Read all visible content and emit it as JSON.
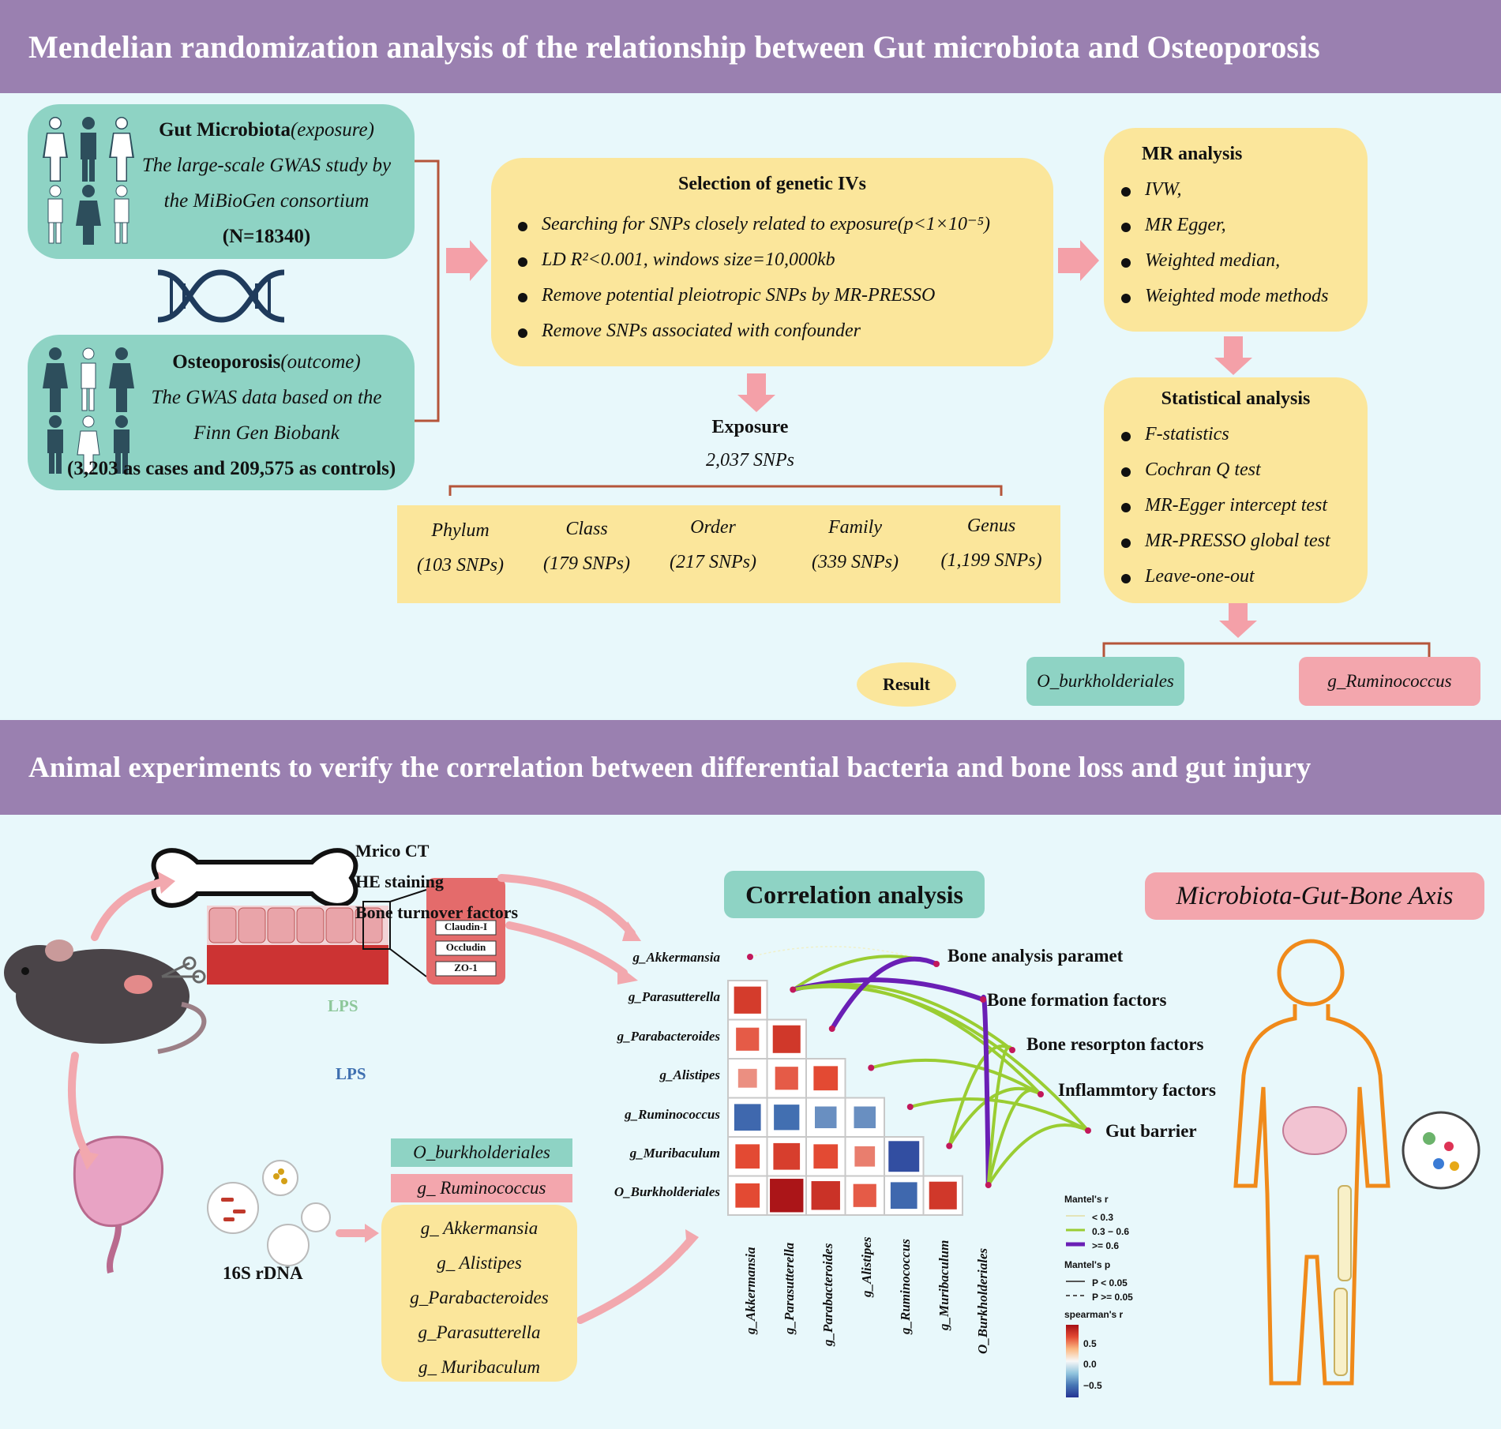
{
  "top": {
    "title": "Mendelian randomization analysis of the  relationship between Gut microbiota and Osteoporosis",
    "exposure_box": {
      "heading": "Gut Microbiota",
      "heading_role": "(exposure)",
      "line1": "The large-scale GWAS study by",
      "line2": "the MiBioGen consortium",
      "line3": "(N=18340)"
    },
    "outcome_box": {
      "heading": "Osteoporosis",
      "heading_role": "(outcome)",
      "line1": "The GWAS data based on the",
      "line2": "Finn Gen Biobank",
      "line3": "(3,203 as cases and 209,575 as controls)"
    },
    "selection": {
      "title": "Selection of genetic IVs",
      "items": [
        "Searching for SNPs closely  related to exposure(p<1×10⁻⁵)",
        "LD R²<0.001, windows size=10,000kb",
        "Remove potential pleiotropic SNPs by MR-PRESSO",
        "Remove SNPs associated with confounder"
      ]
    },
    "exposure_summary": {
      "label": "Exposure",
      "value": "2,037 SNPs"
    },
    "categories": [
      {
        "name": "Phylum",
        "snps": "(103 SNPs)"
      },
      {
        "name": "Class",
        "snps": "(179 SNPs)"
      },
      {
        "name": "Order",
        "snps": "(217 SNPs)"
      },
      {
        "name": "Family",
        "snps": "(339 SNPs)"
      },
      {
        "name": "Genus",
        "snps": "(1,199 SNPs)"
      }
    ],
    "mr_analysis": {
      "title": "MR analysis",
      "items": [
        "IVW,",
        "MR Egger,",
        "Weighted median,",
        "Weighted mode methods"
      ]
    },
    "statistical": {
      "title": "Statistical analysis",
      "items": [
        "F-statistics",
        "Cochran Q test",
        "MR-Egger intercept test",
        "MR-PRESSO global test",
        "Leave-one-out"
      ]
    },
    "result": {
      "label": "Result",
      "hit1": "O_burkholderiales",
      "hit2": "g_Ruminococcus"
    }
  },
  "bottom": {
    "title": "Animal experiments to verify the correlation between differential bacteria and bone loss and gut injury",
    "bone_tests": [
      "Mrico CT",
      "HE staining",
      "Bone turnover factors"
    ],
    "lps_top": "LPS",
    "lps_bottom": "LPS",
    "junctions": [
      "Claudin-I",
      "Occludin",
      "ZO-1"
    ],
    "seq_label": "16S rDNA",
    "mr_hits": [
      "O_burkholderiales",
      "g_ Ruminococcus"
    ],
    "other_genera": [
      "g_ Akkermansia",
      "g_ Alistipes",
      "g_Parabacteroides",
      "g_Parasutterella",
      "g_ Muribaculum"
    ],
    "correlation_title": "Correlation analysis",
    "axis_title": "Microbiota-Gut-Bone Axis",
    "factors": [
      "Bone analysis paramet",
      "Bone formation factors",
      "Bone resorpton factors",
      "Inflammtory factors",
      "Gut barrier"
    ],
    "legend": {
      "mantel_r_title": "Mantel's r",
      "mantel_r_items": [
        "< 0.3",
        "0.3 − 0.6",
        ">= 0.6"
      ],
      "mantel_p_title": "Mantel's p",
      "mantel_p_items": [
        "P < 0.05",
        "P >= 0.05"
      ],
      "spearman_title": "spearman's r",
      "spearman_ticks": [
        "0.5",
        "0.0",
        "−0.5"
      ],
      "colors": {
        "low": "#f0f0c8",
        "mid": "#9acd32",
        "high": "#6a1fb5"
      }
    }
  },
  "chart_data": {
    "type": "heatmap",
    "rows": [
      "g_Akkermansia",
      "g_Parasutterella",
      "g_Parabacteroides",
      "g_Alistipes",
      "g_Ruminococcus",
      "g_Muribaculum",
      "O_Burkholderiales"
    ],
    "cols": [
      "g_Akkermansia",
      "g_Parasutterella",
      "g_Parabacteroides",
      "g_Alistipes",
      "g_Ruminococcus",
      "g_Muribaculum",
      "O_Burkholderiales"
    ],
    "cells": [
      {
        "row": 1,
        "col": 0,
        "r": 0.62
      },
      {
        "row": 2,
        "col": 0,
        "r": 0.45
      },
      {
        "row": 2,
        "col": 1,
        "r": 0.65
      },
      {
        "row": 3,
        "col": 0,
        "r": 0.3
      },
      {
        "row": 3,
        "col": 1,
        "r": 0.45
      },
      {
        "row": 3,
        "col": 2,
        "r": 0.5
      },
      {
        "row": 4,
        "col": 0,
        "r": -0.6
      },
      {
        "row": 4,
        "col": 1,
        "r": -0.55
      },
      {
        "row": 4,
        "col": 2,
        "r": -0.4
      },
      {
        "row": 4,
        "col": 3,
        "r": -0.4
      },
      {
        "row": 5,
        "col": 0,
        "r": 0.5
      },
      {
        "row": 5,
        "col": 1,
        "r": 0.6
      },
      {
        "row": 5,
        "col": 2,
        "r": 0.5
      },
      {
        "row": 5,
        "col": 3,
        "r": 0.35
      },
      {
        "row": 5,
        "col": 4,
        "r": -0.8
      },
      {
        "row": 6,
        "col": 0,
        "r": 0.5
      },
      {
        "row": 6,
        "col": 1,
        "r": 0.95
      },
      {
        "row": 6,
        "col": 2,
        "r": 0.7
      },
      {
        "row": 6,
        "col": 3,
        "r": 0.45
      },
      {
        "row": 6,
        "col": 4,
        "r": -0.6
      },
      {
        "row": 6,
        "col": 5,
        "r": 0.65
      }
    ],
    "mantel_links": [
      {
        "genus": 0,
        "factor": 0,
        "r_class": "low"
      },
      {
        "genus": 1,
        "factor": 0,
        "r_class": "mid"
      },
      {
        "genus": 1,
        "factor": 1,
        "r_class": "high"
      },
      {
        "genus": 1,
        "factor": 2,
        "r_class": "mid"
      },
      {
        "genus": 1,
        "factor": 3,
        "r_class": "mid"
      },
      {
        "genus": 1,
        "factor": 4,
        "r_class": "mid"
      },
      {
        "genus": 2,
        "factor": 0,
        "r_class": "high"
      },
      {
        "genus": 3,
        "factor": 3,
        "r_class": "mid"
      },
      {
        "genus": 4,
        "factor": 4,
        "r_class": "mid"
      },
      {
        "genus": 5,
        "factor": 2,
        "r_class": "mid"
      },
      {
        "genus": 5,
        "factor": 3,
        "r_class": "mid"
      },
      {
        "genus": 6,
        "factor": 1,
        "r_class": "high"
      },
      {
        "genus": 6,
        "factor": 2,
        "r_class": "mid"
      },
      {
        "genus": 6,
        "factor": 3,
        "r_class": "mid"
      },
      {
        "genus": 6,
        "factor": 4,
        "r_class": "mid"
      }
    ]
  }
}
